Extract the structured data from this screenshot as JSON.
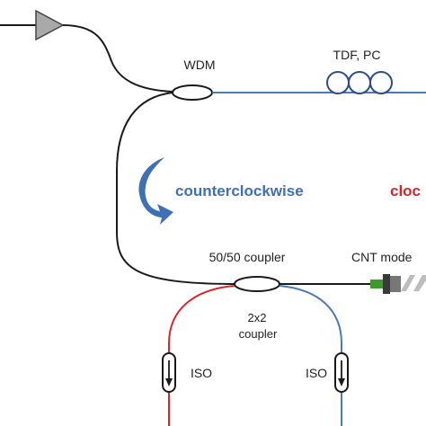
{
  "labels": {
    "wdm": "WDM",
    "tdf_pc": "TDF, PC",
    "counterclockwise": "counterclockwise",
    "clockwise_partial": "cloc",
    "coupler_5050": "50/50 coupler",
    "cnt_mode_partial": "CNT mode",
    "coupler_2x2_line1": "2x2",
    "coupler_2x2_line2": "coupler",
    "iso_left": "ISO",
    "iso_right": "ISO"
  },
  "colors": {
    "fiber": "#1a1a1a",
    "blue_fiber": "#4a7ab8",
    "red_fiber": "#d8262a",
    "counterclockwise_text": "#3f6fb5",
    "clockwise_text": "#d8262a",
    "arrow_fill": "#3f6fb5",
    "amplifier_fill": "#a9a9a9",
    "cnt_green": "#3f9a2c"
  }
}
